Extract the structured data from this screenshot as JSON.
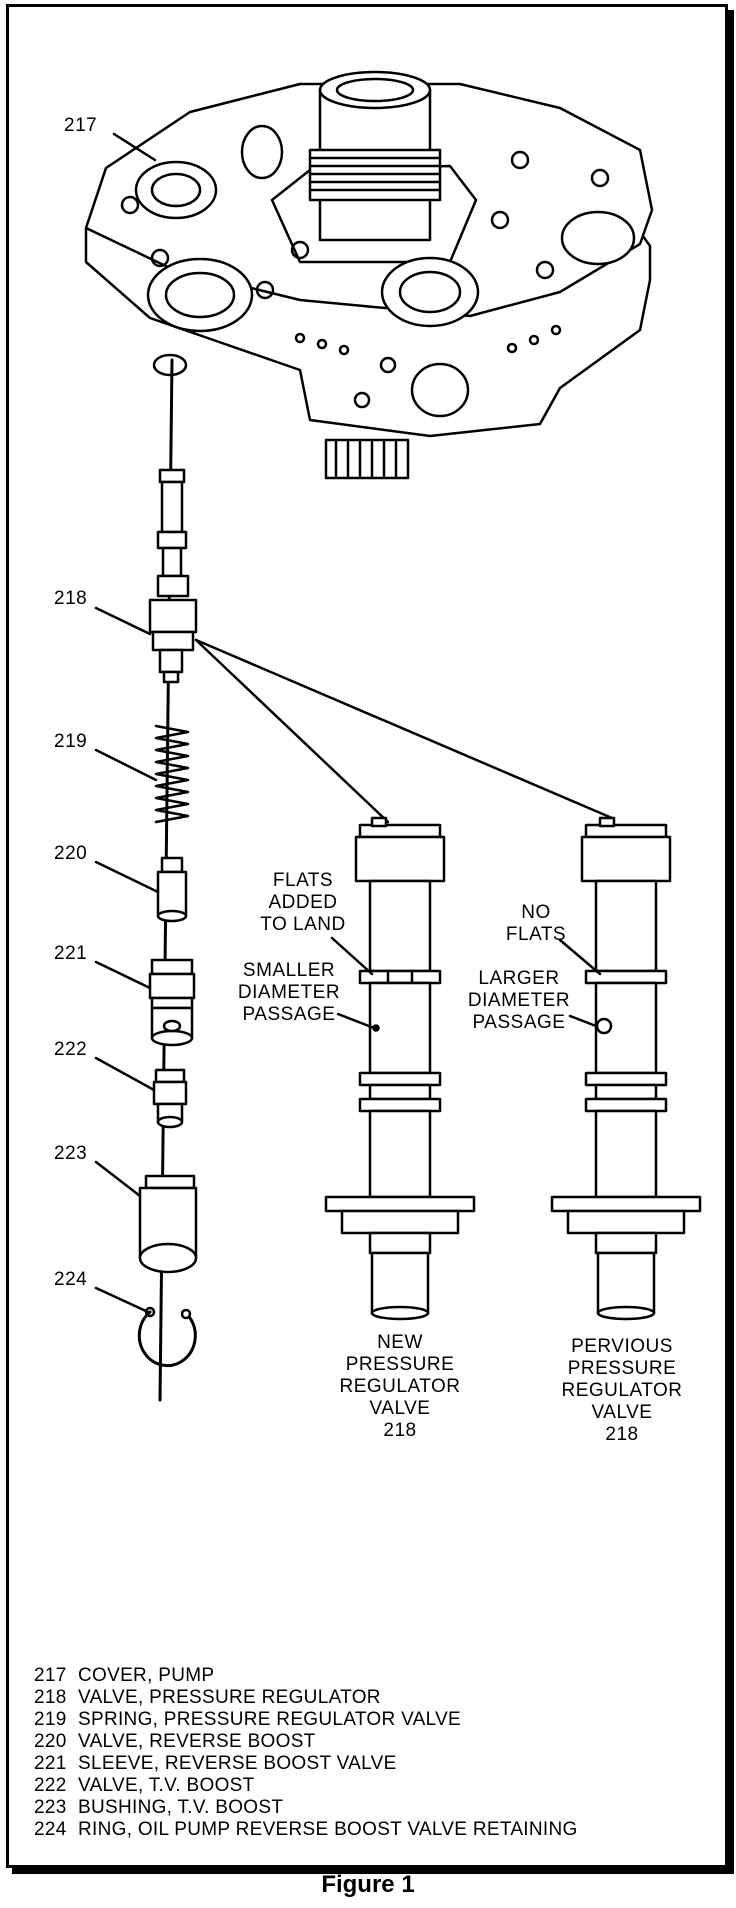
{
  "callouts": {
    "c217": "217",
    "c218": "218",
    "c219": "219",
    "c220": "220",
    "c221": "221",
    "c222": "222",
    "c223": "223",
    "c224": "224"
  },
  "new_valve": {
    "flats_note": "FLATS\nADDED\nTO LAND",
    "passage_note": "SMALLER\nDIAMETER\nPASSAGE",
    "title": "NEW\nPRESSURE\nREGULATOR\nVALVE\n218"
  },
  "previous_valve": {
    "flats_note": "NO\nFLATS",
    "passage_note": "LARGER\nDIAMETER\nPASSAGE",
    "title": "PERVIOUS\nPRESSURE\nREGULATOR\nVALVE\n218"
  },
  "legend": [
    {
      "num": "217",
      "text": "COVER, PUMP"
    },
    {
      "num": "218",
      "text": "VALVE, PRESSURE REGULATOR"
    },
    {
      "num": "219",
      "text": "SPRING, PRESSURE REGULATOR VALVE"
    },
    {
      "num": "220",
      "text": "VALVE, REVERSE BOOST"
    },
    {
      "num": "221",
      "text": "SLEEVE, REVERSE BOOST VALVE"
    },
    {
      "num": "222",
      "text": "VALVE, T.V. BOOST"
    },
    {
      "num": "223",
      "text": "BUSHING, T.V. BOOST"
    },
    {
      "num": "224",
      "text": "RING, OIL PUMP REVERSE BOOST VALVE RETAINING"
    }
  ],
  "caption": "Figure 1"
}
